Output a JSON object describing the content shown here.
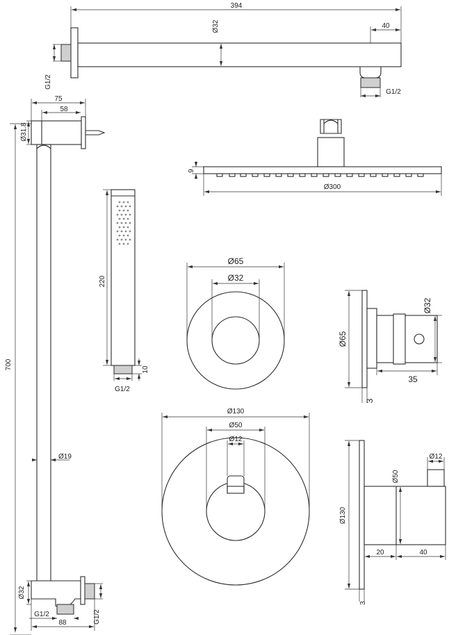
{
  "shower_arm": {
    "length": "394",
    "diameter": "Ø32",
    "outlet_offset": "40",
    "thread_wall": "G1/2",
    "thread_outlet": "G1/2"
  },
  "slide_rail": {
    "projection": "75",
    "projection_inner": "58",
    "bracket_diameter": "Ø31.8",
    "height": "700",
    "rod_diameter": "Ø19",
    "lower_diameter": "Ø32",
    "thread_bottom": "G1/2",
    "thread_side": "G1/2",
    "elbow_depth": "88"
  },
  "shower_head": {
    "thickness": "9",
    "diameter": "Ø300"
  },
  "hand_shower": {
    "length": "220",
    "thread_length": "10",
    "thread": "G1/2"
  },
  "rosette_small": {
    "outer_diameter": "Ø65",
    "inner_diameter": "Ø32"
  },
  "valve_small_side": {
    "plate_diameter": "Ø65",
    "handle_diameter": "Ø32",
    "handle_depth": "35",
    "plate_thickness": "3"
  },
  "rosette_large": {
    "outer_diameter": "Ø130",
    "middle_diameter": "Ø50",
    "lever_width": "Ø12"
  },
  "valve_large_side": {
    "plate_diameter": "Ø130",
    "body_diameter": "Ø50",
    "lever_width": "Ø12",
    "body_depth_a": "20",
    "body_depth_b": "40",
    "plate_thickness": "3"
  }
}
